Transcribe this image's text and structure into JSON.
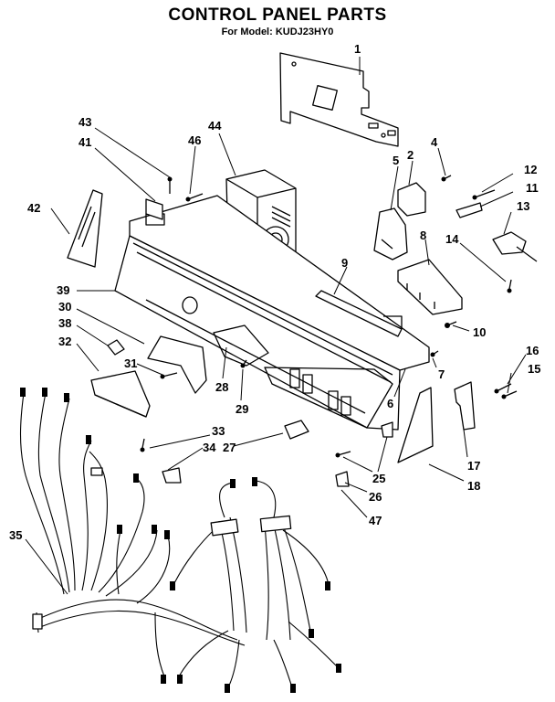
{
  "header": {
    "title": "CONTROL PANEL PARTS",
    "subtitle": "For Model: KUDJ23HY0"
  },
  "callouts": [
    "1",
    "2",
    "4",
    "5",
    "12",
    "11",
    "13",
    "14",
    "8",
    "9",
    "10",
    "7",
    "6",
    "16",
    "15",
    "17",
    "18",
    "43",
    "41",
    "46",
    "44",
    "42",
    "39",
    "30",
    "38",
    "32",
    "31",
    "28",
    "29",
    "33",
    "34",
    "27",
    "25",
    "26",
    "47",
    "35"
  ]
}
